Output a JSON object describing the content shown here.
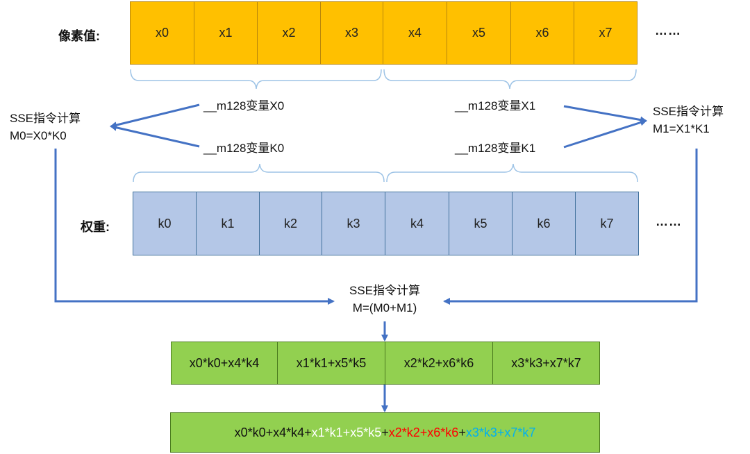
{
  "pixel_label": "像素值:",
  "weight_label": "权重:",
  "ellipsis": "……",
  "pixels": [
    "x0",
    "x1",
    "x2",
    "x3",
    "x4",
    "x5",
    "x6",
    "x7"
  ],
  "weights": [
    "k0",
    "k1",
    "k2",
    "k3",
    "k4",
    "k5",
    "k6",
    "k7"
  ],
  "var_x0": "__m128变量X0",
  "var_k0": "__m128变量K0",
  "var_x1": "__m128变量X1",
  "var_k1": "__m128变量K1",
  "left_op": {
    "title": "SSE指令计算",
    "formula": "M0=X0*K0"
  },
  "right_op": {
    "title": "SSE指令计算",
    "formula": "M1=X1*K1"
  },
  "center_op": {
    "title": "SSE指令计算",
    "formula": "M=(M0+M1)"
  },
  "results": [
    "x0*k0+x4*k4",
    "x1*k1+x5*k5",
    "x2*k2+x6*k6",
    "x3*k3+x7*k7"
  ],
  "final_parts": [
    {
      "text": "x0*k0+x4*k4+",
      "color": "#111111"
    },
    {
      "text": "x1*k1+x5*k5",
      "color": "#ffffff"
    },
    {
      "text": "+",
      "color": "#111111"
    },
    {
      "text": "x2*k2+x6*k6",
      "color": "#ff0000"
    },
    {
      "text": "+",
      "color": "#111111"
    },
    {
      "text": "x3*k3+x7*k7",
      "color": "#00b0f0"
    }
  ],
  "colors": {
    "pixel_fill": "#ffc000",
    "weight_fill": "#b4c7e7",
    "result_fill": "#92d050",
    "arrow": "#4472c4",
    "brace": "#9dc3e6"
  }
}
